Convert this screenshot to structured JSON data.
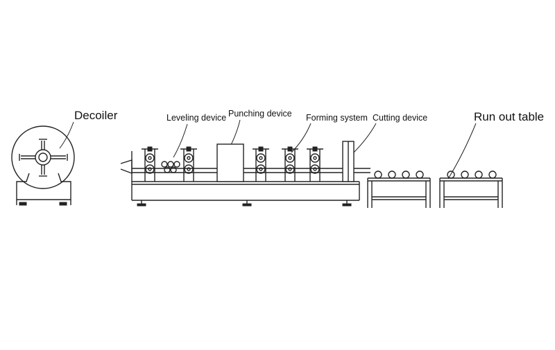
{
  "diagram": {
    "labels": {
      "decoiler": "Decoiler",
      "leveling": "Leveling device",
      "punching": "Punching device",
      "forming": "Forming system",
      "cutting": "Cutting device",
      "runout": "Run out table"
    }
  }
}
